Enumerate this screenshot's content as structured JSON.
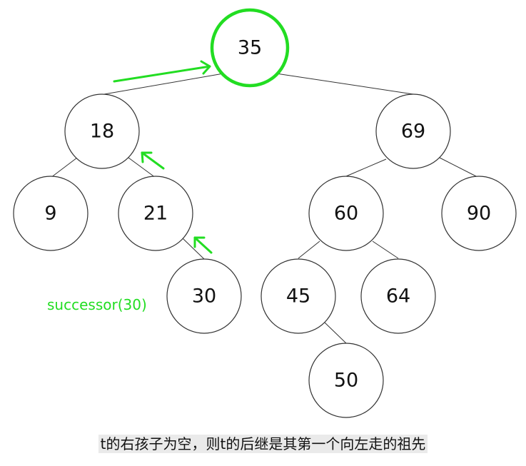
{
  "nodes": {
    "n35": "35",
    "n18": "18",
    "n69": "69",
    "n9": "9",
    "n21": "21",
    "n60": "60",
    "n90": "90",
    "n30": "30",
    "n45": "45",
    "n64": "64",
    "n50": "50"
  },
  "highlighted_node": "35",
  "annotation": "successor(30)",
  "caption": "t的右孩子为空，则t的后继是其第一个向左走的祖先",
  "colors": {
    "highlight": "#22dd22",
    "stroke": "#333333",
    "text": "#111111"
  }
}
